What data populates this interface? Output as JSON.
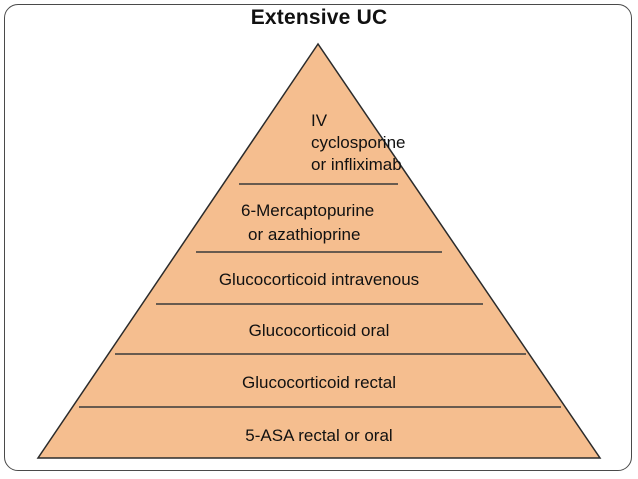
{
  "title": "Extensive UC",
  "colors": {
    "fill": "#F5BE8F",
    "outline": "#2b2b2b",
    "divider": "#3a3a3a"
  },
  "levels": [
    {
      "lines": [
        "IV",
        "cyclosporine",
        "or infliximab"
      ]
    },
    {
      "lines": [
        "6-Mercaptopurine",
        "or azathioprine"
      ]
    },
    {
      "lines": [
        "Glucocorticoid intravenous"
      ]
    },
    {
      "lines": [
        "Glucocorticoid oral"
      ]
    },
    {
      "lines": [
        "Glucocorticoid rectal"
      ]
    },
    {
      "lines": [
        "5-ASA rectal or oral"
      ]
    }
  ]
}
